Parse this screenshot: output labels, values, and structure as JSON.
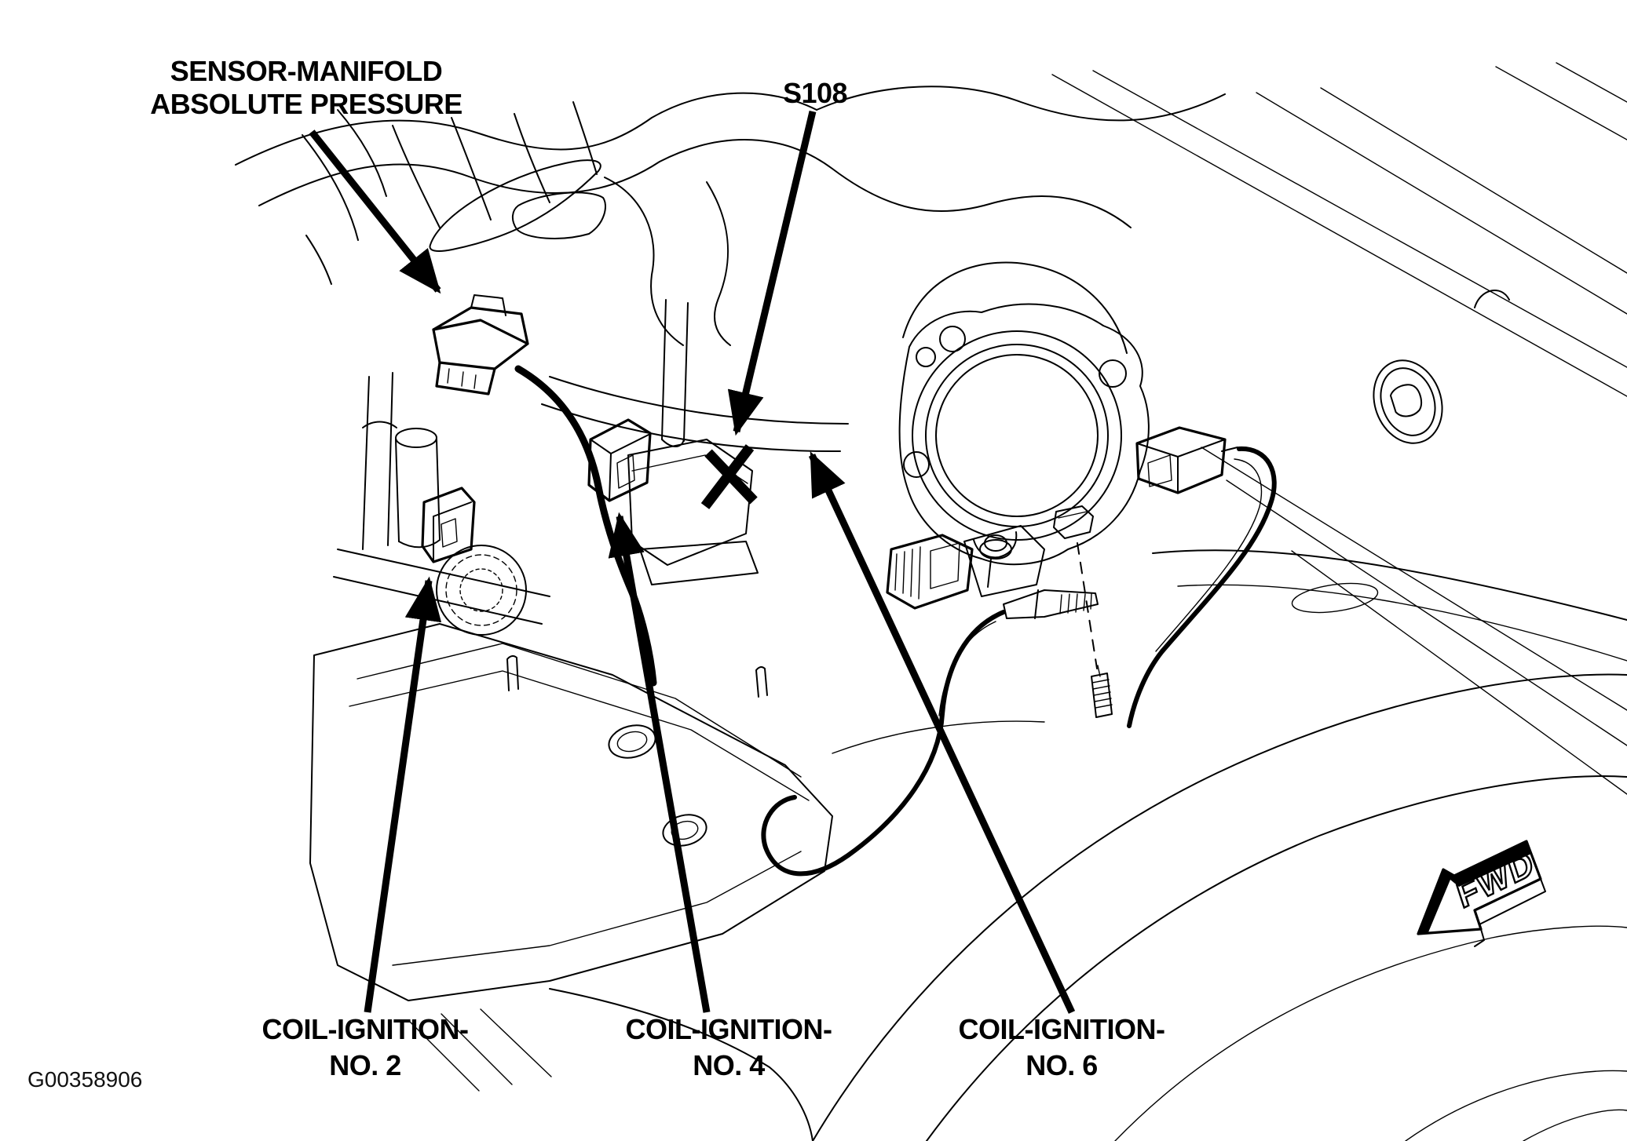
{
  "figure": {
    "code": "G00358906",
    "background_color": "#ffffff",
    "line_color": "#000000"
  },
  "callouts": {
    "map_sensor": {
      "line1": "SENSOR-MANIFOLD",
      "line2": "ABSOLUTE PRESSURE"
    },
    "s108": {
      "text": "S108"
    },
    "coil_2": {
      "line1": "COIL-IGNITION-",
      "line2": "NO. 2"
    },
    "coil_4": {
      "line1": "COIL-IGNITION-",
      "line2": "NO. 4"
    },
    "coil_6": {
      "line1": "COIL-IGNITION-",
      "line2": "NO. 6"
    }
  },
  "markers": {
    "fwd": "FWD",
    "splice_marker": "X-splice-S108"
  }
}
